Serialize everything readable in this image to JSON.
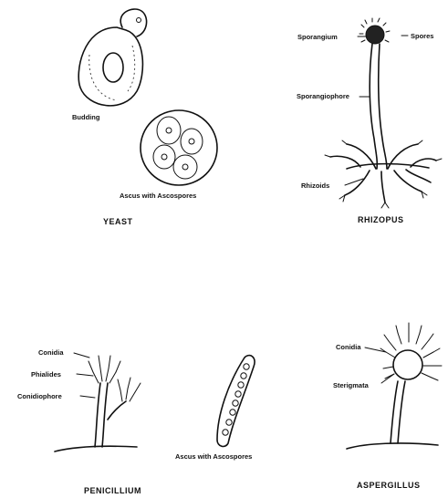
{
  "yeast": {
    "caption": "YEAST",
    "labels": {
      "budding": "Budding",
      "ascus": "Ascus with Ascospores"
    }
  },
  "rhizopus": {
    "caption": "RHIZOPUS",
    "labels": {
      "sporangium": "Sporangium",
      "spores": "Spores",
      "sporangiophore": "Sporangiophore",
      "rhizoids": "Rhizoids"
    }
  },
  "penicillium": {
    "caption": "PENICILLIUM",
    "labels": {
      "conidia": "Conidia",
      "phialides": "Phialides",
      "conidiophore": "Conidiophore"
    }
  },
  "ascus_center": {
    "label": "Ascus with Ascospores"
  },
  "aspergillus": {
    "caption": "ASPERGILLUS",
    "labels": {
      "conidia": "Conidia",
      "sterigmata": "Sterigmata"
    }
  }
}
